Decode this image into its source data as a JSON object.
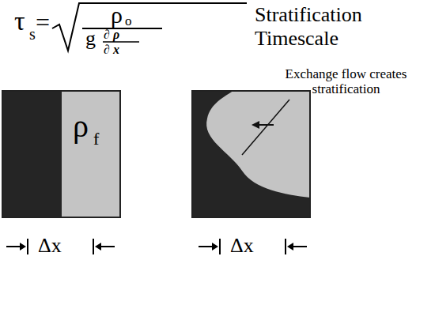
{
  "diagram": {
    "title": "Stratification Timescale",
    "labels": [
      "τ",
      "s",
      "=",
      "ρ",
      "o",
      "g",
      "∂ ρ",
      "∂ x",
      "ρ",
      "f",
      "Exchange flow creates stratification",
      "Δx",
      "Δx"
    ]
  }
}
